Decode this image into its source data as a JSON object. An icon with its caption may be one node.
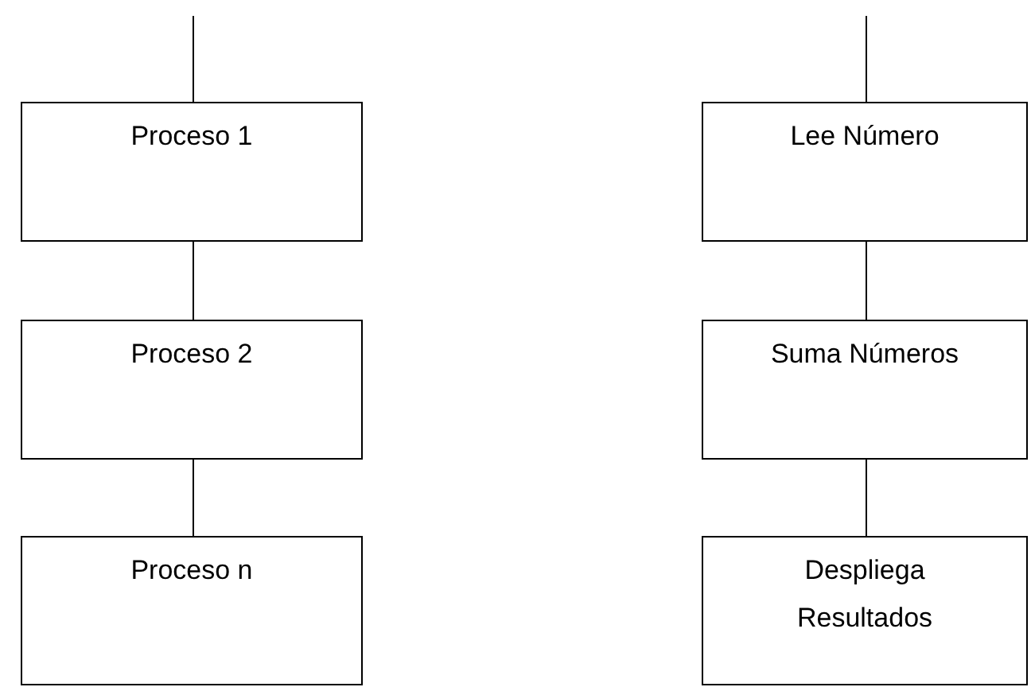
{
  "diagram": {
    "nodes": [
      {
        "text": [
          "Proceso 1"
        ]
      },
      {
        "text": [
          "Proceso 2"
        ]
      },
      {
        "text": [
          "Proceso n"
        ]
      },
      {
        "text": [
          "Lee Número"
        ]
      },
      {
        "text": [
          "Suma Números"
        ]
      },
      {
        "text": [
          "Despliega Resultados"
        ]
      }
    ],
    "edges": [
      {
        "from": null,
        "to": 0,
        "arrow": "none"
      },
      {
        "from": 0,
        "to": 1,
        "arrow": "none"
      },
      {
        "from": 1,
        "to": 2,
        "arrow": "none"
      },
      {
        "from": null,
        "to": 3,
        "arrow": "none"
      },
      {
        "from": 3,
        "to": 4,
        "arrow": "none"
      },
      {
        "from": 4,
        "to": 5,
        "arrow": "none"
      }
    ]
  }
}
